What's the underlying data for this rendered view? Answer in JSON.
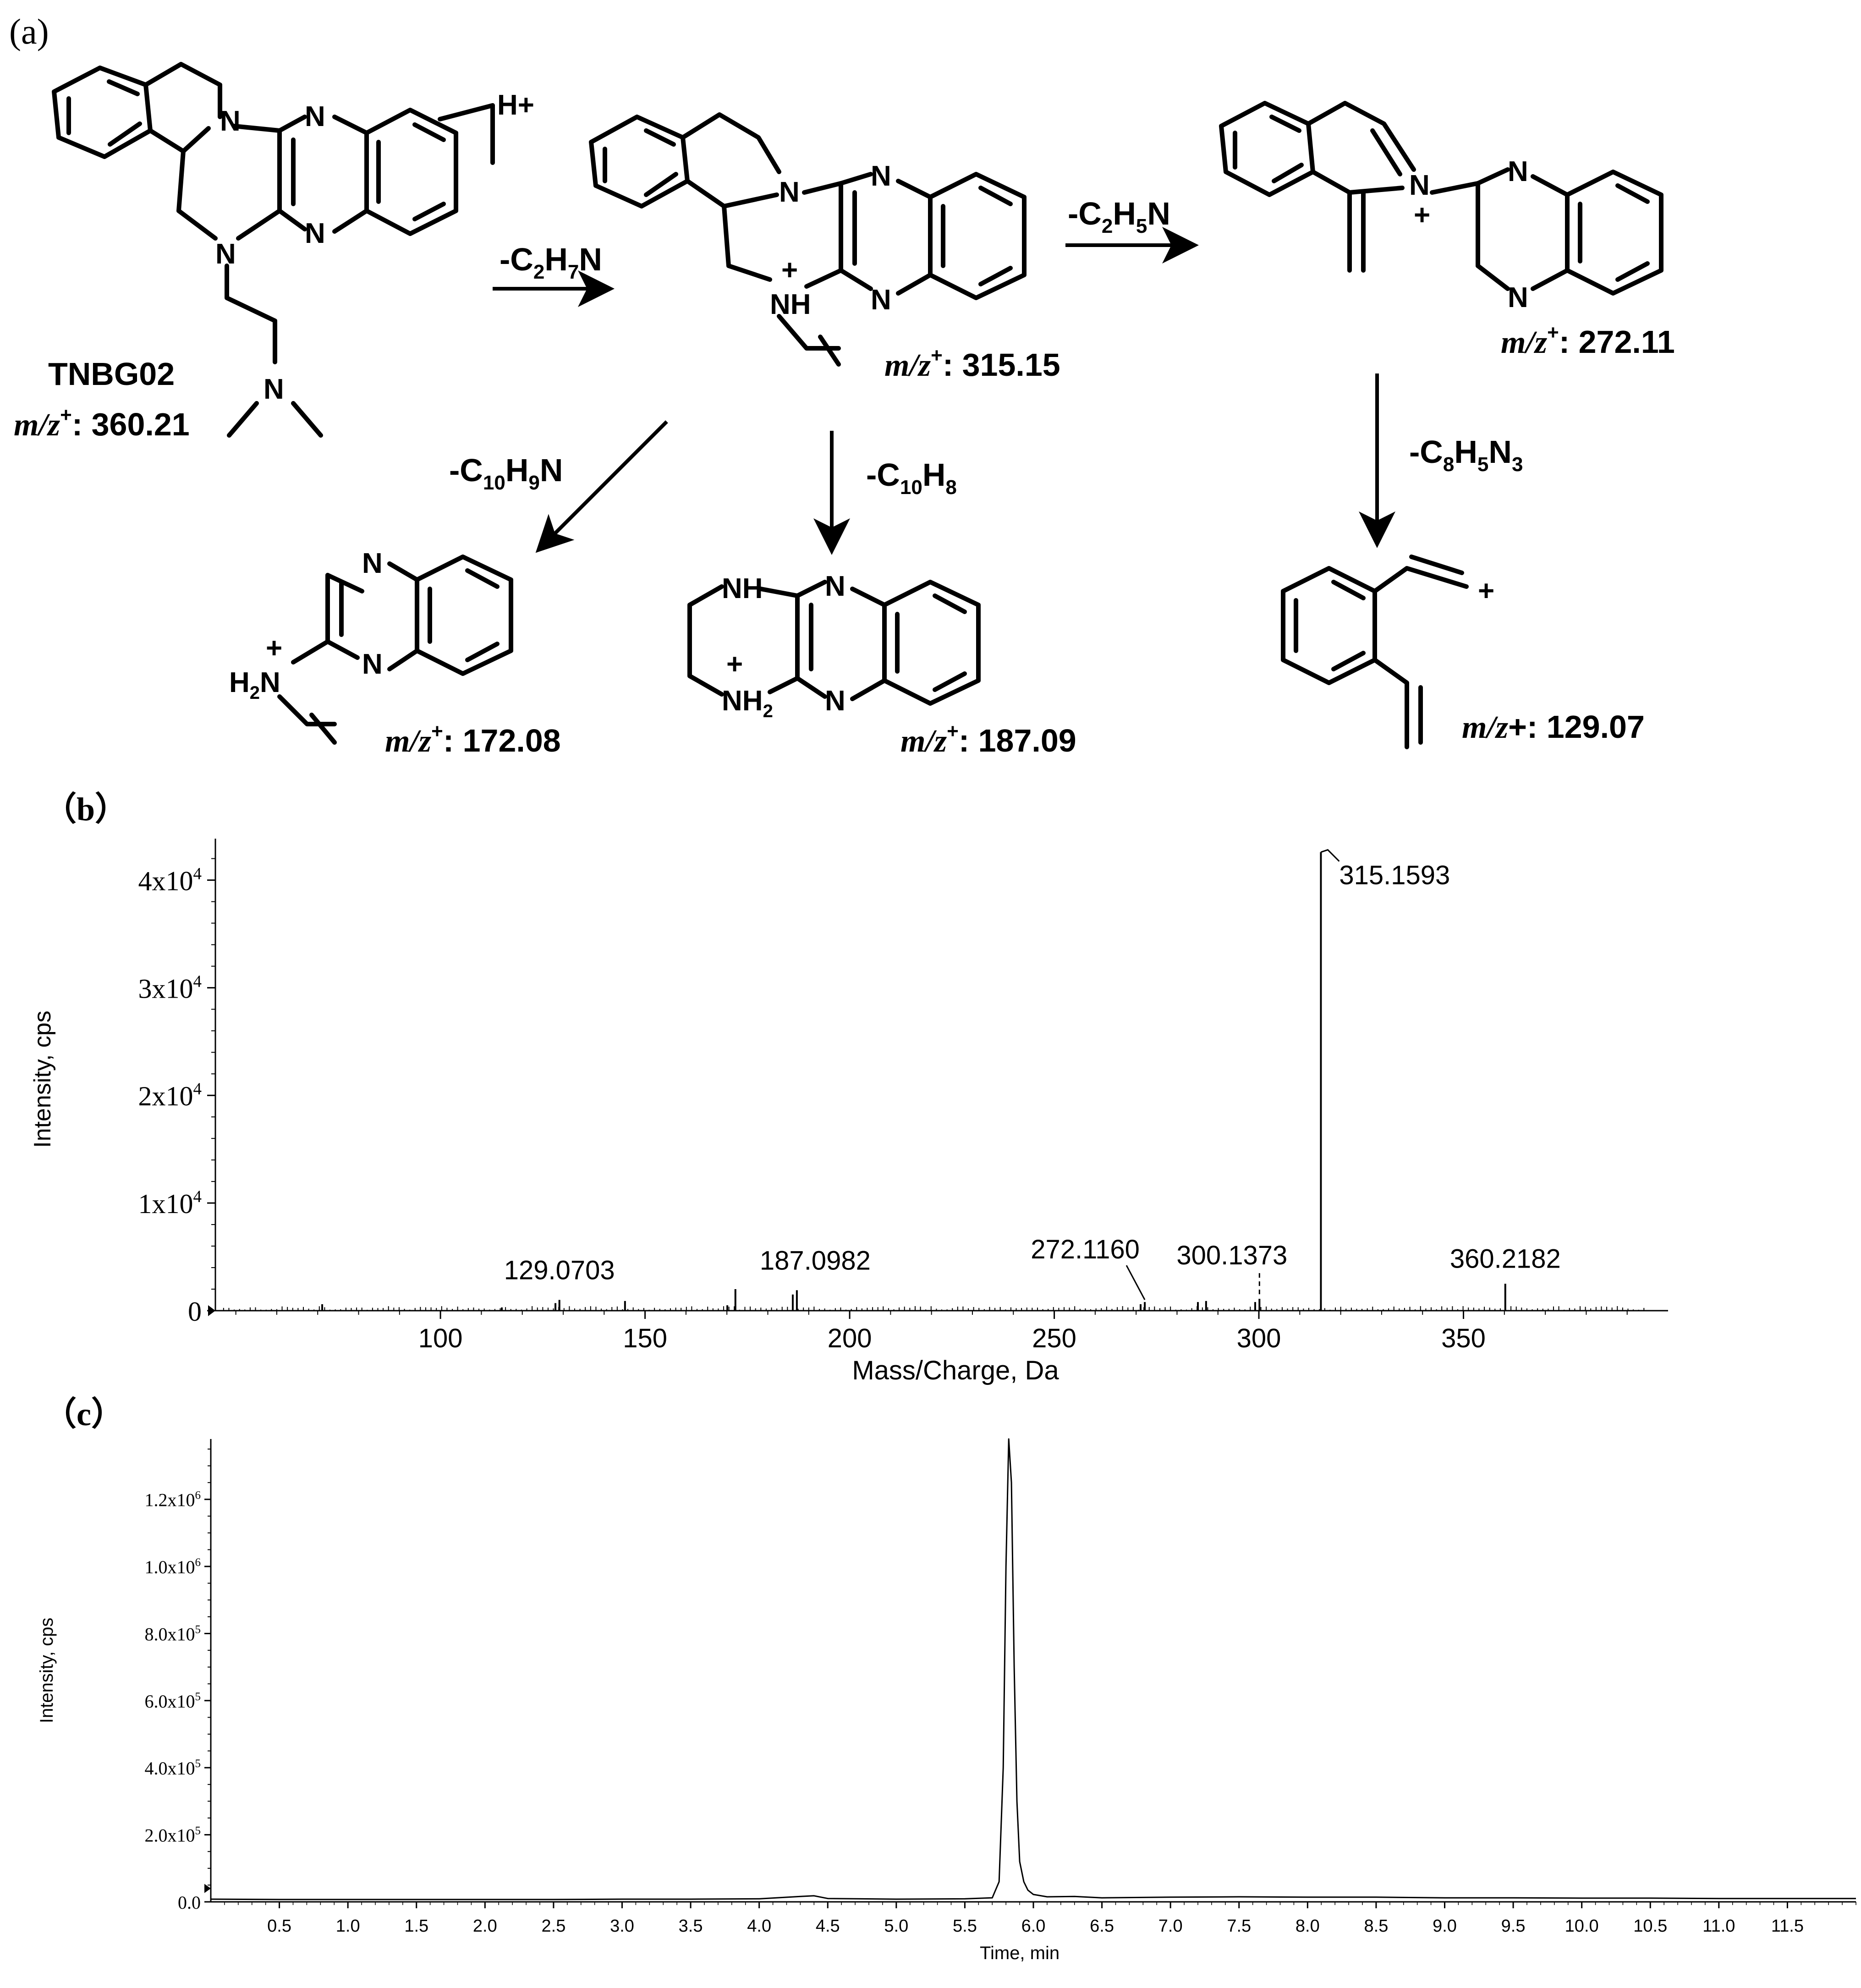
{
  "panel_labels": {
    "a": "(a)",
    "b": "（b）",
    "c": "（c）"
  },
  "scheme": {
    "parent": {
      "name": "TNBG02",
      "mz_prefix": "m/z",
      "mz_sup": "+",
      "mz_value": ": 360.21",
      "charge": "H+"
    },
    "loss_1": {
      "prefix": "-C",
      "sub1": "2",
      "mid": "H",
      "sub2": "7",
      "suffix": "N"
    },
    "loss_2": {
      "prefix": "-C",
      "sub1": "2",
      "mid": "H",
      "sub2": "5",
      "suffix": "N"
    },
    "loss_3": {
      "prefix": "-C",
      "sub1": "10",
      "mid": "H",
      "sub2": "9",
      "suffix": "N"
    },
    "loss_4": {
      "prefix": "-C",
      "sub1": "10",
      "mid": "H",
      "sub2": "8",
      "suffix": ""
    },
    "loss_5": {
      "prefix": "-C",
      "sub1": "8",
      "mid": "H",
      "sub2": "5",
      "suffix": "N",
      "sub3": "3"
    },
    "frag_315": {
      "mz_prefix": "m/z",
      "mz_sup": "+",
      "mz_value": ": 315.15"
    },
    "frag_272": {
      "mz_prefix": "m/z",
      "mz_sup": "+",
      "mz_value": ": 272.11"
    },
    "frag_172": {
      "mz_prefix": "m/z",
      "mz_sup": "+",
      "mz_value": ": 172.08"
    },
    "frag_187": {
      "mz_prefix": "m/z",
      "mz_sup": "+",
      "mz_value": ": 187.09"
    },
    "frag_129": {
      "mz_prefix": "m/z",
      "mz_sup": "",
      "mz_value": "+: 129.07"
    },
    "atoms": {
      "N": "N",
      "NH": "NH",
      "H2N": "H",
      "NH2": "NH",
      "two": "2",
      "plus": "+"
    }
  },
  "chart_data": [
    {
      "type": "bar",
      "title": "",
      "xlabel": "Mass/Charge, Da",
      "ylabel": "Intensity, cps",
      "xlim": [
        45,
        400
      ],
      "ylim": [
        0,
        43000
      ],
      "x_ticks": [
        100,
        150,
        200,
        250,
        300,
        350
      ],
      "y_ticks": [
        {
          "value": 0,
          "label": "0"
        },
        {
          "value": 10000,
          "label": "1x10",
          "exp": "4"
        },
        {
          "value": 20000,
          "label": "2x10",
          "exp": "4"
        },
        {
          "value": 30000,
          "label": "3x10",
          "exp": "4"
        },
        {
          "value": 40000,
          "label": "4x10",
          "exp": "4"
        }
      ],
      "peaks": [
        {
          "x": 71.1,
          "y": 600
        },
        {
          "x": 115.0,
          "y": 300
        },
        {
          "x": 128.1,
          "y": 700
        },
        {
          "x": 129.07,
          "y": 1000,
          "label": "129.0703"
        },
        {
          "x": 145.1,
          "y": 900
        },
        {
          "x": 170.1,
          "y": 500
        },
        {
          "x": 172.08,
          "y": 2000
        },
        {
          "x": 186.1,
          "y": 1500
        },
        {
          "x": 187.1,
          "y": 1900,
          "label": "187.0982"
        },
        {
          "x": 271.1,
          "y": 600
        },
        {
          "x": 272.12,
          "y": 800,
          "label": "272.1160"
        },
        {
          "x": 285.1,
          "y": 800
        },
        {
          "x": 287.1,
          "y": 900
        },
        {
          "x": 299.1,
          "y": 800
        },
        {
          "x": 300.14,
          "y": 1100,
          "label": "300.1373"
        },
        {
          "x": 315.16,
          "y": 42600,
          "label": "315.1593"
        },
        {
          "x": 360.22,
          "y": 2500,
          "label": "360.2182"
        }
      ]
    },
    {
      "type": "line",
      "title": "",
      "xlabel": "Time, min",
      "ylabel": "Intensity, cps",
      "xlim": [
        0,
        12.0
      ],
      "ylim": [
        0,
        1380000
      ],
      "x_ticks": [
        "0.5",
        "1.0",
        "1.5",
        "2.0",
        "2.5",
        "3.0",
        "3.5",
        "4.0",
        "4.5",
        "5.0",
        "5.5",
        "6.0",
        "6.5",
        "7.0",
        "7.5",
        "8.0",
        "8.5",
        "9.0",
        "9.5",
        "10.0",
        "10.5",
        "11.0",
        "11.5"
      ],
      "y_ticks": [
        {
          "value": 0,
          "label": "0.0"
        },
        {
          "value": 200000,
          "label": "2.0x10",
          "exp": "5"
        },
        {
          "value": 400000,
          "label": "4.0x10",
          "exp": "5"
        },
        {
          "value": 600000,
          "label": "6.0x10",
          "exp": "5"
        },
        {
          "value": 800000,
          "label": "8.0x10",
          "exp": "5"
        },
        {
          "value": 1000000,
          "label": "1.0x10",
          "exp": "6"
        },
        {
          "value": 1200000,
          "label": "1.2x10",
          "exp": "6"
        }
      ],
      "series": [
        {
          "x": [
            0,
            0.5,
            1.0,
            1.5,
            2.0,
            2.5,
            3.0,
            3.5,
            4.0,
            4.3,
            4.4,
            4.5,
            5.0,
            5.5,
            5.7,
            5.75,
            5.78,
            5.8,
            5.82,
            5.84,
            5.86,
            5.88,
            5.9,
            5.93,
            5.96,
            6.0,
            6.1,
            6.3,
            6.5,
            7.0,
            7.5,
            8.0,
            8.5,
            9.0,
            9.5,
            10.0,
            10.5,
            11.0,
            11.5,
            12.0
          ],
          "y": [
            8000,
            7000,
            7000,
            7000,
            7000,
            7000,
            8000,
            8000,
            9000,
            16000,
            18000,
            10000,
            8000,
            9000,
            12000,
            60000,
            400000,
            1000000,
            1380000,
            1250000,
            700000,
            300000,
            120000,
            60000,
            35000,
            22000,
            15000,
            16000,
            12000,
            14000,
            15000,
            14000,
            14000,
            12000,
            12000,
            11000,
            11000,
            10000,
            10000,
            10000
          ]
        }
      ]
    }
  ]
}
